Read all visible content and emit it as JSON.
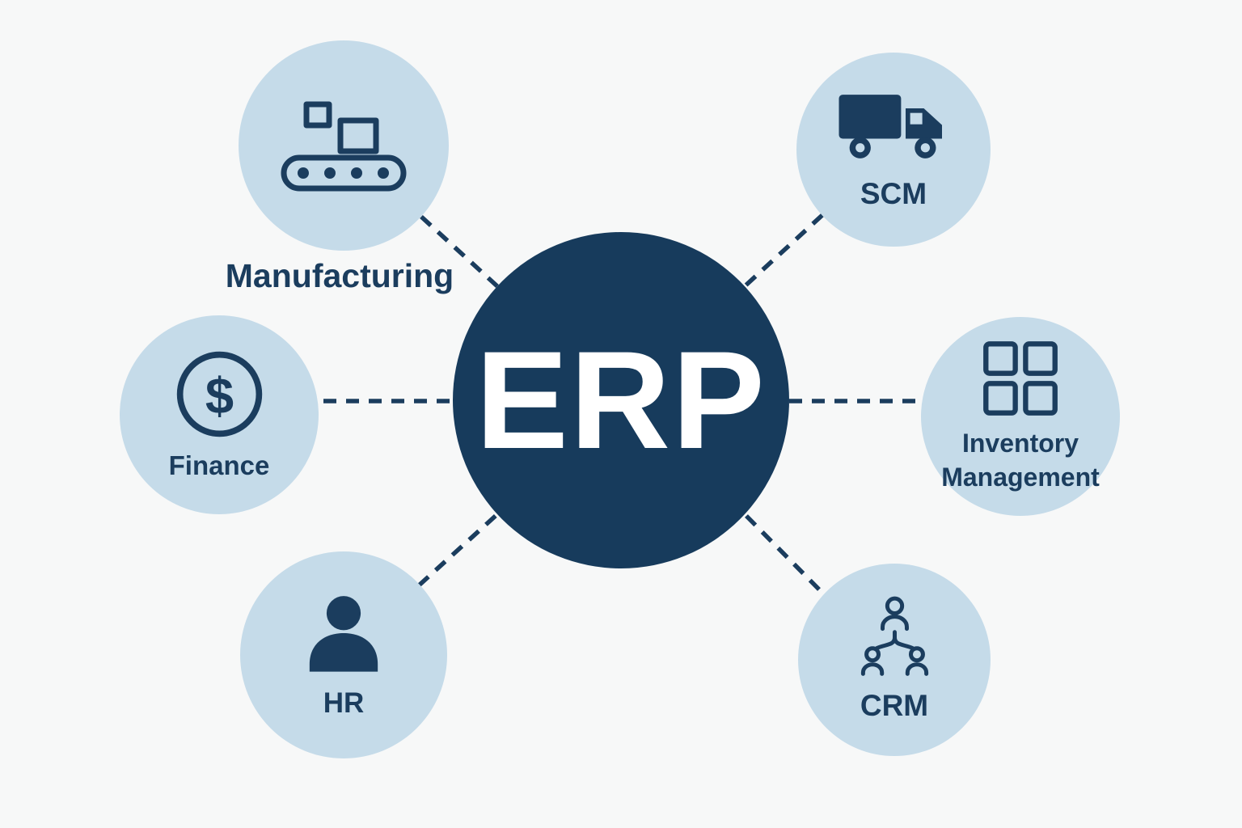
{
  "diagram": {
    "center": {
      "label": "ERP"
    },
    "nodes": {
      "manufacturing": {
        "label": "Manufacturing",
        "icon": "conveyor-belt-icon"
      },
      "scm": {
        "label": "SCM",
        "icon": "truck-icon"
      },
      "finance": {
        "label": "Finance",
        "icon": "dollar-coin-icon",
        "symbol": "$"
      },
      "inventory": {
        "lines": [
          "Inventory",
          "Management"
        ],
        "icon": "grid-icon"
      },
      "hr": {
        "label": "HR",
        "icon": "person-icon"
      },
      "crm": {
        "label": "CRM",
        "icon": "team-hierarchy-icon"
      }
    },
    "colors": {
      "background": "#f7f8f8",
      "node_fill": "#c5dbe9",
      "center_fill": "#173b5c",
      "accent": "#1b3d5e",
      "center_text": "#ffffff"
    }
  }
}
